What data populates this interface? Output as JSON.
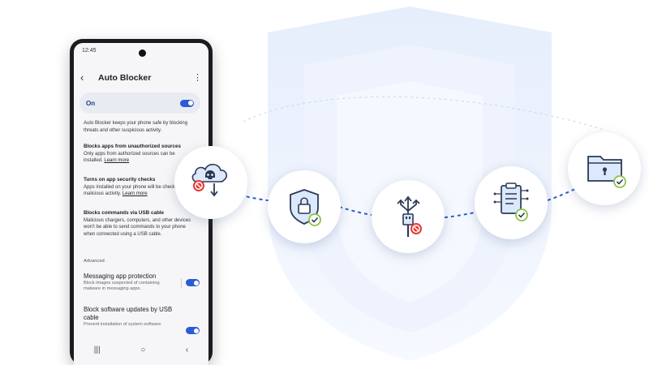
{
  "colors": {
    "accent": "#2c5bd6",
    "check": "#8bc34a",
    "block": "#e53935",
    "shield_bg": "#e3ecfb"
  },
  "status": {
    "time": "12:45"
  },
  "header": {
    "title": "Auto Blocker",
    "back_icon": "back-arrow-icon",
    "more_icon": "more-vert-icon"
  },
  "master": {
    "label": "On",
    "enabled": true
  },
  "intro": {
    "line1": "Auto Blocker keeps your phone safe by blocking",
    "line2": "threats and other suspicious activity."
  },
  "sections": [
    {
      "title": "Blocks apps from unauthorized sources",
      "desc1": "Only apps from authorized sources can be",
      "desc2": "installed.",
      "link": "Learn more"
    },
    {
      "title": "Turns on app security checks",
      "desc1": "Apps installed on your phone will be checked for",
      "desc2": "malicious activity.",
      "link": "Learn more"
    },
    {
      "title": "Blocks commands via USB cable",
      "desc1": "Malicious chargers, computers, and other devices",
      "desc2": "won't be able to send commands to your phone",
      "desc3": "when connected using a USB cable."
    }
  ],
  "advanced": {
    "label": "Advanced",
    "items": [
      {
        "title": "Messaging app protection",
        "desc1": "Block images suspected of containing",
        "desc2": "malware in messaging apps.",
        "enabled": true
      },
      {
        "title": "Block software updates by USB",
        "title2": "cable",
        "desc1": "Prevent installation of system software",
        "enabled": true
      }
    ]
  },
  "nav": {
    "recents": "|||",
    "home": "○",
    "back": "‹"
  },
  "features": [
    {
      "icon": "cloud-threat-block-icon"
    },
    {
      "icon": "shield-lock-check-icon"
    },
    {
      "icon": "usb-block-icon"
    },
    {
      "icon": "security-checklist-icon"
    },
    {
      "icon": "locked-folder-check-icon"
    }
  ]
}
